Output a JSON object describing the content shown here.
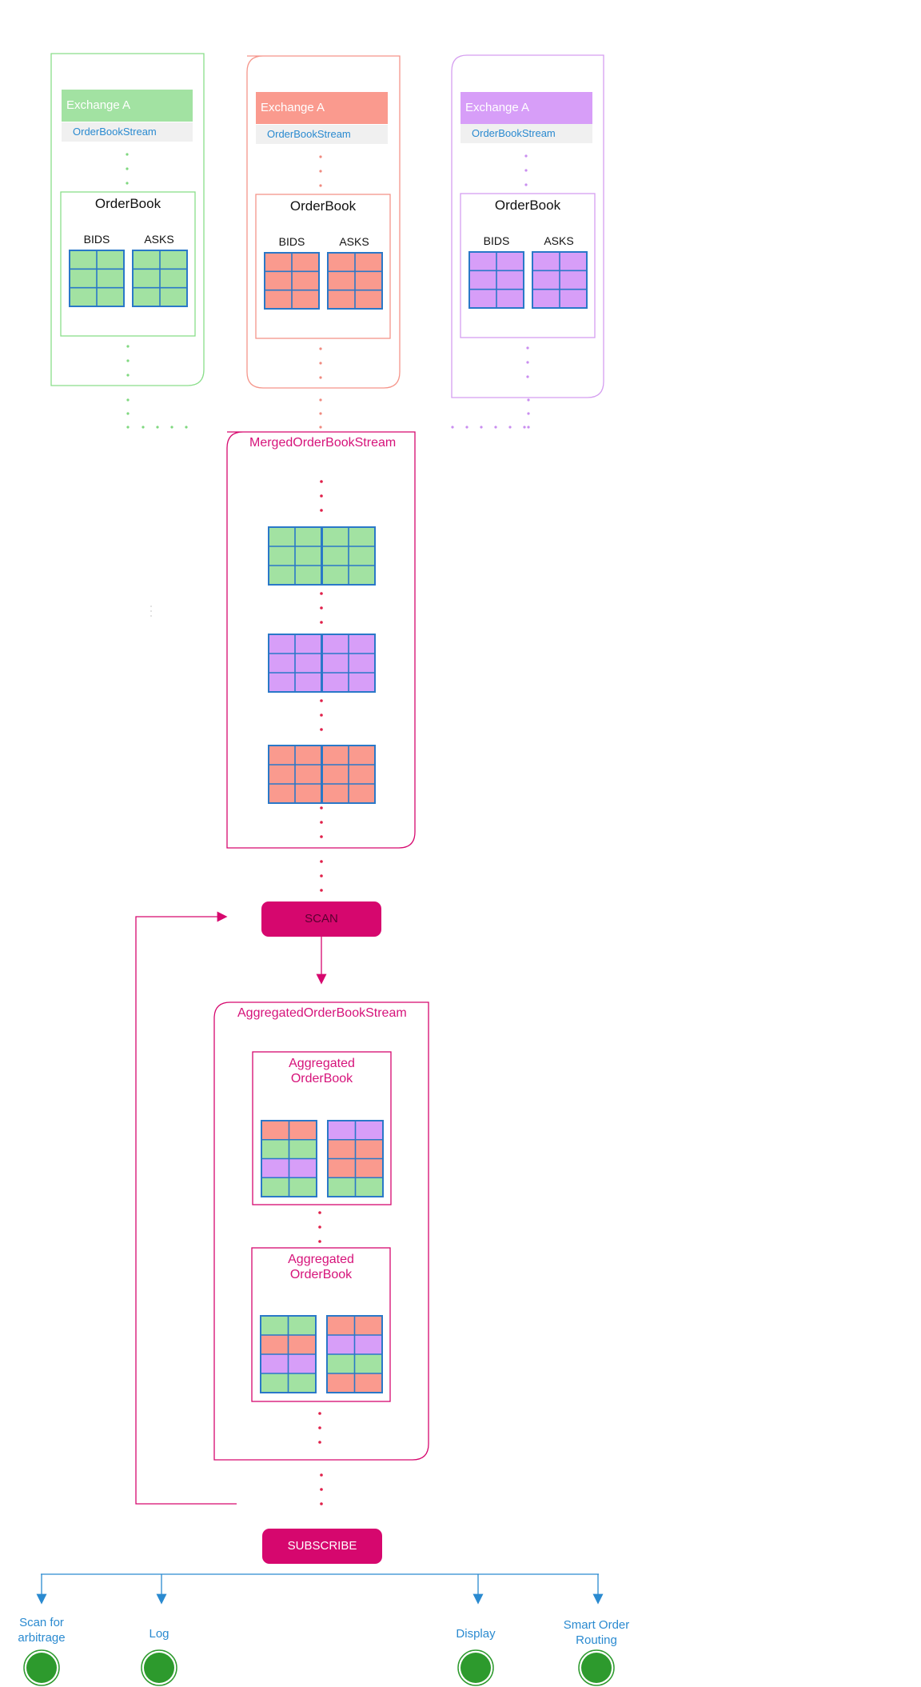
{
  "exchanges": [
    {
      "title": "Exchange A",
      "stream": "OrderBookStream",
      "orderbook": "OrderBook",
      "bids": "BIDS",
      "asks": "ASKS",
      "color": "#a2e2a2"
    },
    {
      "title": "Exchange A",
      "stream": "OrderBookStream",
      "orderbook": "OrderBook",
      "bids": "BIDS",
      "asks": "ASKS",
      "color": "#fa9a8e"
    },
    {
      "title": "Exchange A",
      "stream": "OrderBookStream",
      "orderbook": "OrderBook",
      "bids": "BIDS",
      "asks": "ASKS",
      "color": "#d79ef8"
    }
  ],
  "merged": {
    "title": "MergedOrderBookStream"
  },
  "scan": {
    "label": "SCAN"
  },
  "aggregated": {
    "title": "AggregatedOrderBookStream",
    "books": [
      {
        "title_line1": "Aggregated",
        "title_line2": "OrderBook"
      },
      {
        "title_line1": "Aggregated",
        "title_line2": "OrderBook"
      }
    ]
  },
  "subscribe": {
    "label": "SUBSCRIBE"
  },
  "outputs": [
    {
      "line1": "Scan for",
      "line2": "arbitrage"
    },
    {
      "line1": "Log",
      "line2": ""
    },
    {
      "line1": "Display",
      "line2": ""
    },
    {
      "line1": "Smart Order",
      "line2": "Routing"
    }
  ],
  "colors": {
    "green": "#a2e2a2",
    "salmon": "#fa9a8e",
    "purple": "#d79ef8",
    "pink": "#d6076e",
    "gridline": "#2a78c8",
    "blue": "#2a8ad0",
    "node": "#2d9a2d"
  }
}
